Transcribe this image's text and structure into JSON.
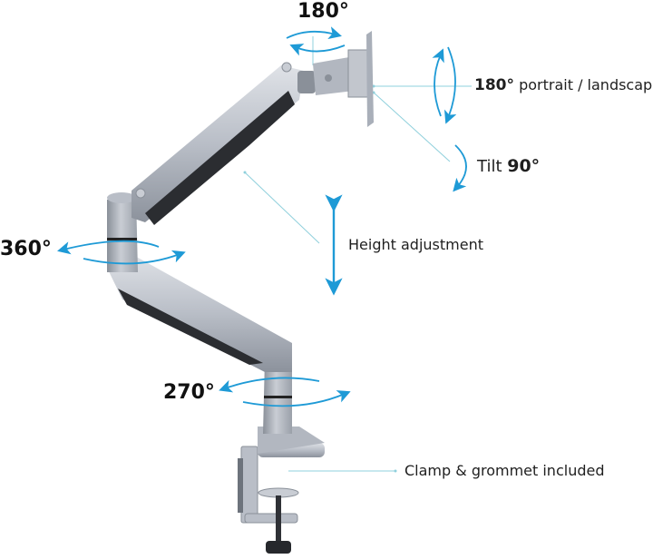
{
  "colors": {
    "arrow": "#1e9ad6",
    "leader_line": "#8fd0dc",
    "metal_light": "#cfd3da",
    "metal_mid": "#a9afb9",
    "metal_dark": "#7e848e",
    "rubber": "#2b2d31",
    "text": "#1a1a1a"
  },
  "labels": {
    "top_swivel": "180°",
    "rotation": {
      "value": "180°",
      "text": " portrait / landscape"
    },
    "tilt": {
      "text": "Tilt ",
      "value": "90°"
    },
    "upper_joint": "360°",
    "height": "Height adjustment",
    "base_swivel": "270°",
    "clamp": "Clamp & grommet included"
  },
  "icons": {
    "top_swivel": "rotate-horizontal-arrows-icon",
    "rotation": "rotate-vertical-arrows-icon",
    "tilt": "tilt-arc-arrows-icon",
    "upper_joint": "rotate-horizontal-arrows-icon",
    "height": "vertical-double-arrow-icon",
    "base_swivel": "rotate-horizontal-arrows-icon"
  }
}
